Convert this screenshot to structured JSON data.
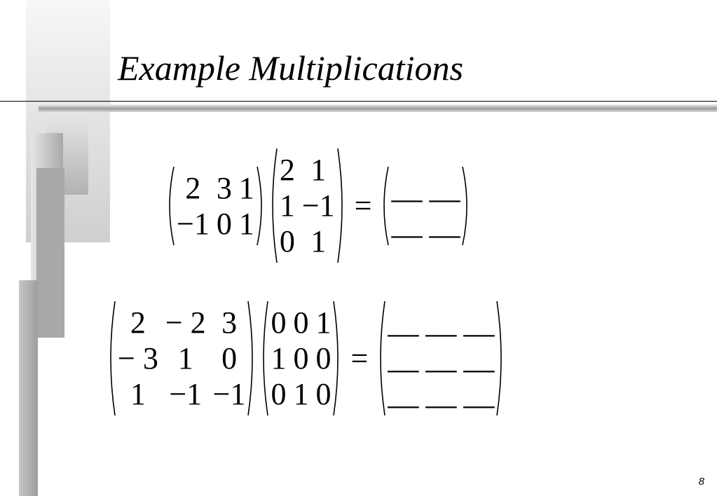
{
  "slide": {
    "title": "Example Multiplications",
    "page_number": "8"
  },
  "equations": [
    {
      "A": [
        [
          "2",
          "3",
          "1"
        ],
        [
          "−1",
          "0",
          "1"
        ]
      ],
      "B": [
        [
          "2",
          "1"
        ],
        [
          "1",
          "−1"
        ],
        [
          "0",
          "1"
        ]
      ],
      "equals": "=",
      "C": [
        [
          "__",
          "__"
        ],
        [
          "__",
          "__"
        ]
      ]
    },
    {
      "A": [
        [
          "2",
          "− 2",
          "3"
        ],
        [
          "− 3",
          "1",
          "0"
        ],
        [
          "1",
          "−1",
          "−1"
        ]
      ],
      "B": [
        [
          "0",
          "0",
          "1"
        ],
        [
          "1",
          "0",
          "0"
        ],
        [
          "0",
          "1",
          "0"
        ]
      ],
      "equals": "=",
      "C": [
        [
          "__",
          "__",
          "__"
        ],
        [
          "__",
          "__",
          "__"
        ],
        [
          "__",
          "__",
          "__"
        ]
      ]
    }
  ],
  "colors": {
    "background": "#ffffff",
    "text": "#000000",
    "decor_gray": "#a8a8a8"
  }
}
